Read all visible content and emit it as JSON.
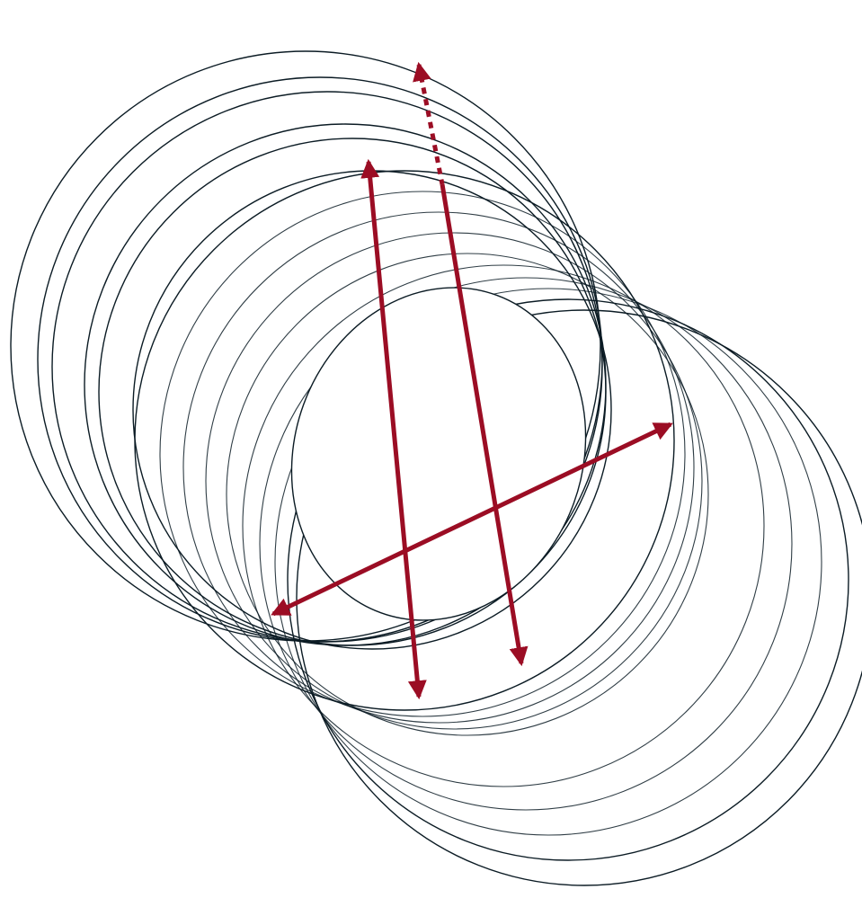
{
  "diagram": {
    "kind": "stacked rings (tilted cylinder) with measurement arrows",
    "colors": {
      "background": "#ffffff",
      "ring_saturated": "#0a93ee",
      "ring_gap": "#c2dde2",
      "ring_mid": "#9fd2ea",
      "ring_light": "#d6ecf7",
      "ring_palest": "#edf5f9",
      "outline": "#0b1b24",
      "arrow": "#9b0d24"
    },
    "arrows": [
      {
        "name": "left-vertical-arrow",
        "style": "solid",
        "heads": "both"
      },
      {
        "name": "right-vertical-arrow",
        "style": "dotted-top-solid-bottom",
        "heads": "both"
      },
      {
        "name": "diagonal-arrow",
        "style": "solid",
        "heads": "both"
      }
    ]
  }
}
